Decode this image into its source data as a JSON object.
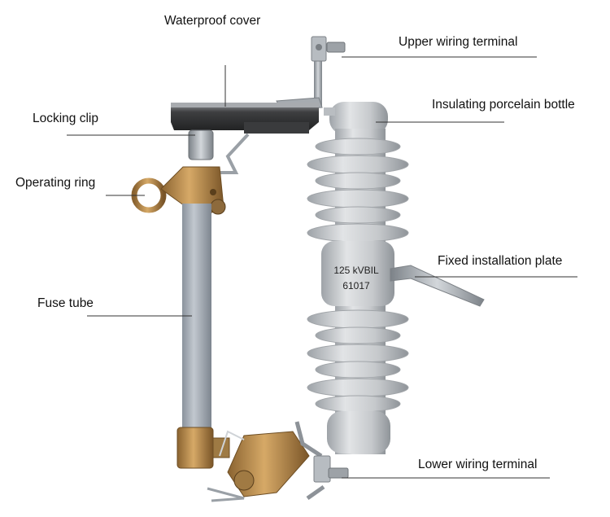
{
  "labels": {
    "waterproof_cover": "Waterproof cover",
    "upper_terminal": "Upper wiring terminal",
    "locking_clip": "Locking clip",
    "insulating_bottle": "Insulating porcelain bottle",
    "operating_ring": "Operating ring",
    "fixed_plate": "Fixed installation plate",
    "fuse_tube": "Fuse tube",
    "lower_terminal": "Lower wiring terminal"
  },
  "insulator_marking": {
    "line1": "125 kVBIL",
    "line2": "61017"
  },
  "colors": {
    "porcelain": "#c8cbce",
    "fuse_tube": "#a9b0b9",
    "brass": "#b98a4a",
    "steel": "#9aa0a6",
    "cover": "#4a4a4a",
    "leader_line": "#333333"
  }
}
